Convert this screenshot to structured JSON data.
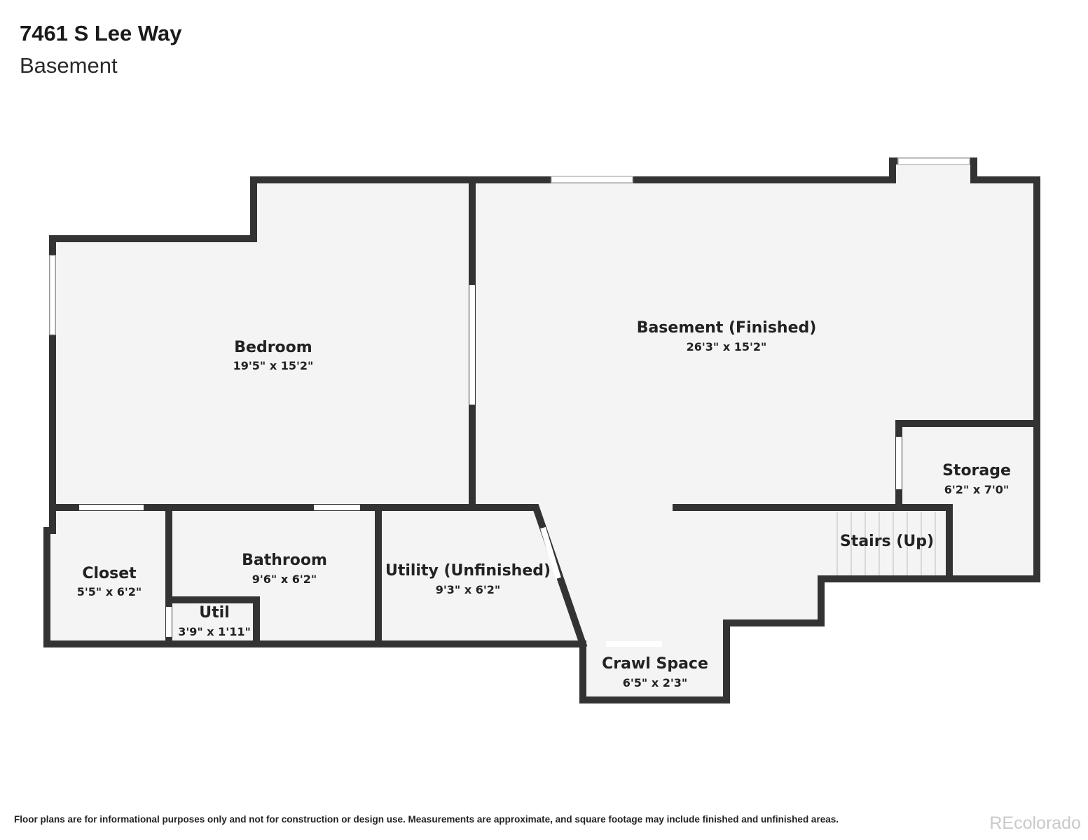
{
  "header": {
    "address": "7461 S Lee Way",
    "level": "Basement"
  },
  "rooms": {
    "bedroom": {
      "name": "Bedroom",
      "dims": "19'5\" x 15'2\""
    },
    "basement": {
      "name": "Basement (Finished)",
      "dims": "26'3\" x 15'2\""
    },
    "storage": {
      "name": "Storage",
      "dims": "6'2\" x 7'0\""
    },
    "stairs": {
      "name": "Stairs (Up)"
    },
    "closet": {
      "name": "Closet",
      "dims": "5'5\" x 6'2\""
    },
    "bathroom": {
      "name": "Bathroom",
      "dims": "9'6\" x 6'2\""
    },
    "util": {
      "name": "Util",
      "dims": "3'9\" x 1'11\""
    },
    "utility": {
      "name": "Utility (Unfinished)",
      "dims": "9'3\" x 6'2\""
    },
    "crawl": {
      "name": "Crawl Space",
      "dims": "6'5\" x 2'3\""
    }
  },
  "footer": {
    "disclaimer": "Floor plans are for informational purposes only and not for construction or design use. Measurements are approximate, and square footage may include finished and unfinished areas.",
    "brand": "REcolorado"
  },
  "colors": {
    "wall": "#333333",
    "floor": "#f4f4f4",
    "opening": "#ffffff"
  }
}
